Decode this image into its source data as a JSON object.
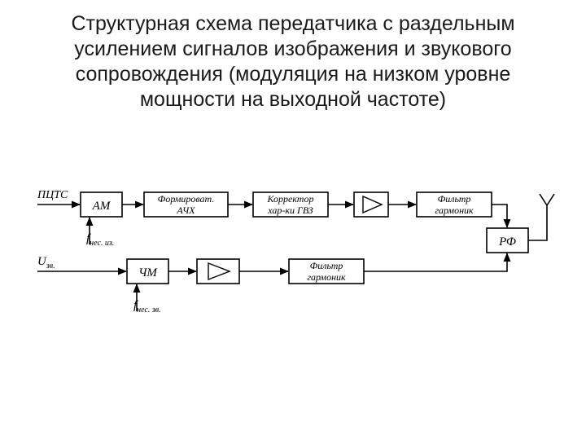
{
  "title": {
    "lines": [
      "Структурная схема передатчика с раздельным",
      "усилением сигналов изображения и звукового",
      "сопровождения (модуляция на низком уровне",
      "мощности на выходной частоте)"
    ]
  },
  "diagram": {
    "inputs": {
      "video": "ПЦТС",
      "audio_base": "U",
      "audio_sub": "зв."
    },
    "carriers": {
      "am_base": "f",
      "am_sub": "нес. из.",
      "fm_base": "f",
      "fm_sub": "нес. зв."
    },
    "blocks": {
      "am": "АМ",
      "shaper_line1": "Формироват.",
      "shaper_line2": "АЧХ",
      "corrector_line1": "Корректор",
      "corrector_line2": "хар-ки ГВЗ",
      "filter_top_line1": "Фильтр",
      "filter_top_line2": "гармоник",
      "rf": "РФ",
      "fm": "ЧМ",
      "filter_bottom_line1": "Фильтр",
      "filter_bottom_line2": "гармоник"
    }
  }
}
